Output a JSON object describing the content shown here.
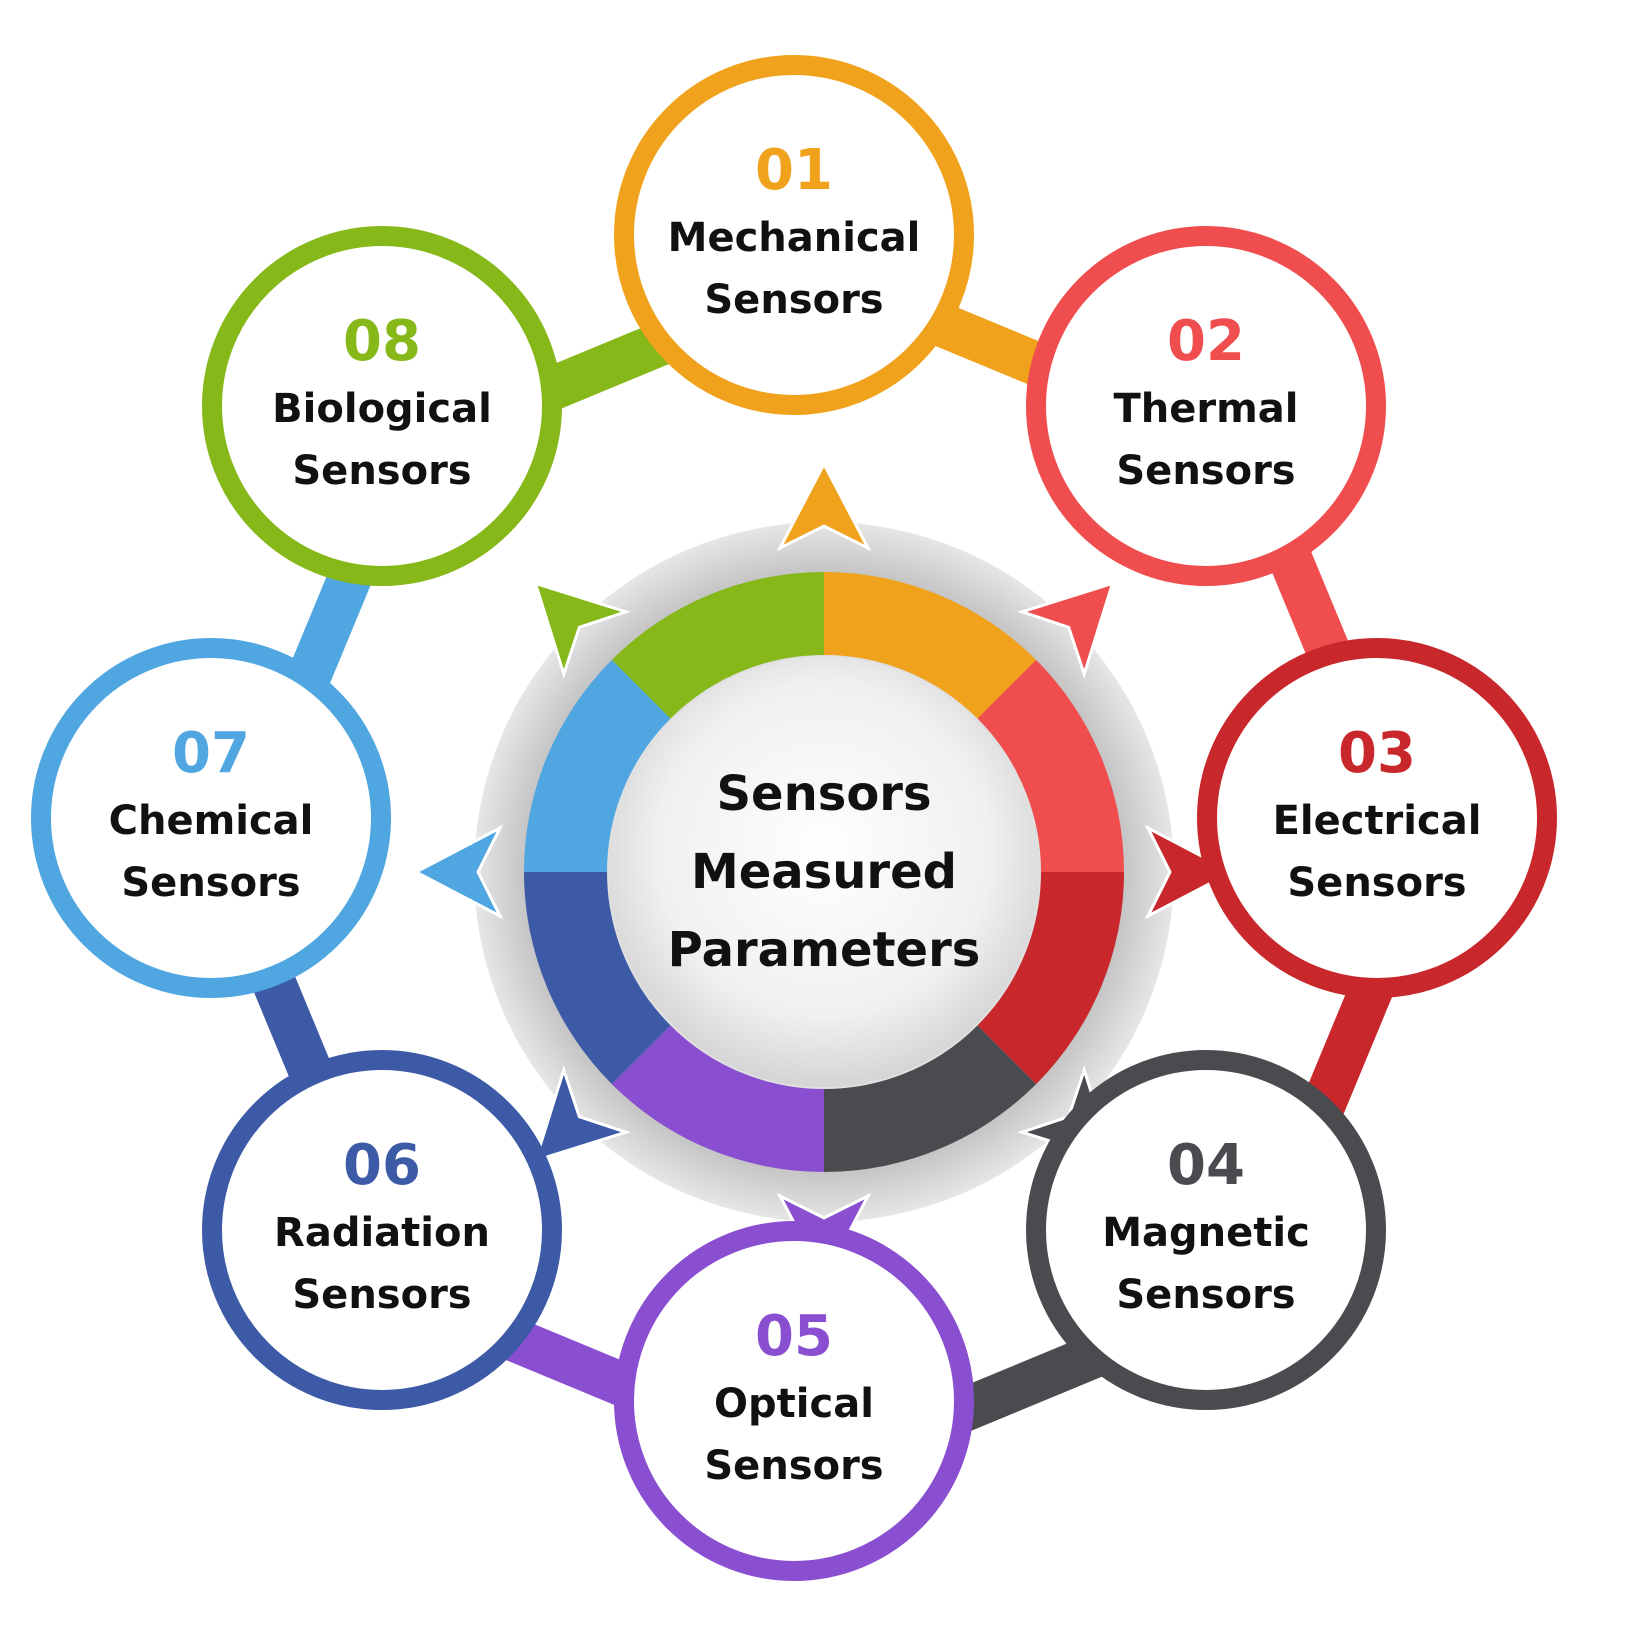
{
  "center": {
    "line1": "Sensors",
    "line2": "Measured",
    "line3": "Parameters"
  },
  "nodes": [
    {
      "number": "01",
      "line1": "Mechanical",
      "line2": "Sensors",
      "color": "#f1a21d"
    },
    {
      "number": "02",
      "line1": "Thermal",
      "line2": "Sensors",
      "color": "#f04e4e"
    },
    {
      "number": "03",
      "line1": "Electrical",
      "line2": "Sensors",
      "color": "#c8282c"
    },
    {
      "number": "04",
      "line1": "Magnetic",
      "line2": "Sensors",
      "color": "#4a4b4f"
    },
    {
      "number": "05",
      "line1": "Optical",
      "line2": "Sensors",
      "color": "#8a4fd0"
    },
    {
      "number": "06",
      "line1": "Radiation",
      "line2": "Sensors",
      "color": "#3c5aa6"
    },
    {
      "number": "07",
      "line1": "Chemical",
      "line2": "Sensors",
      "color": "#4fa6e0"
    },
    {
      "number": "08",
      "line1": "Biological",
      "line2": "Sensors",
      "color": "#86b81a"
    }
  ]
}
